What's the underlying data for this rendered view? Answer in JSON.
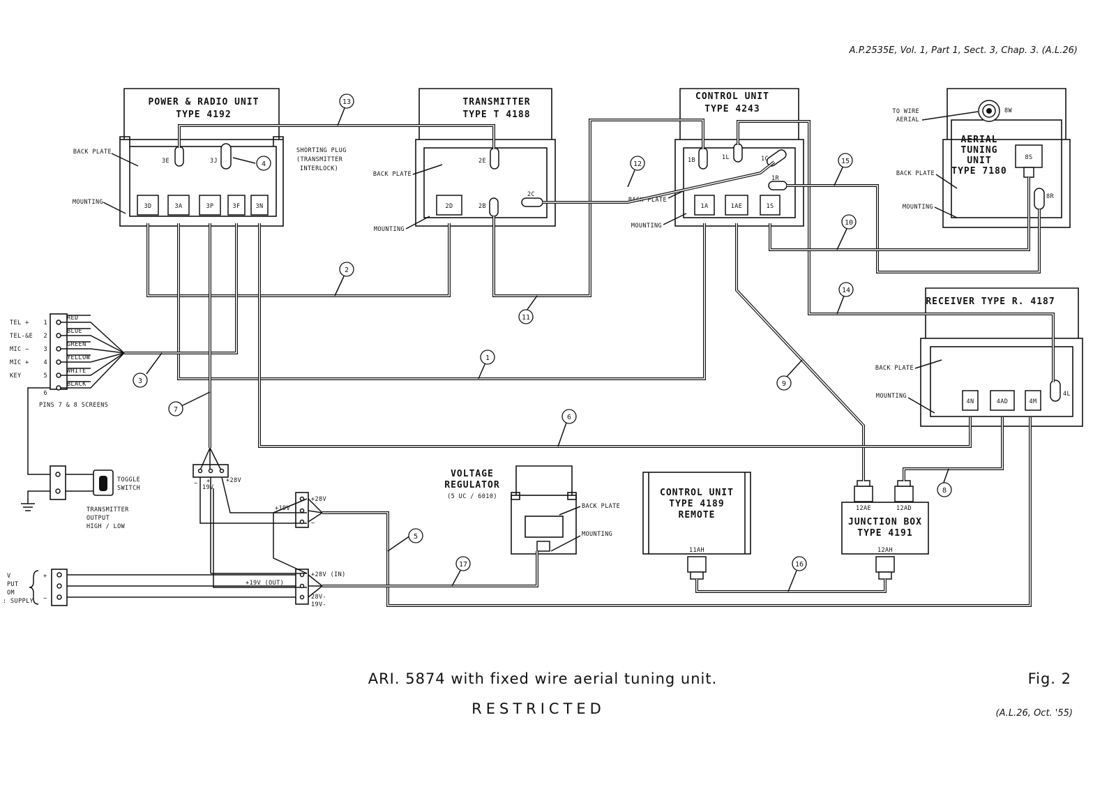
{
  "header_ref": "A.P.2535E, Vol. 1, Part 1, Sect. 3, Chap. 3. (A.L.26)",
  "units": {
    "power_radio": {
      "title": "POWER & RADIO UNIT",
      "type": "TYPE 4192"
    },
    "transmitter": {
      "title": "TRANSMITTER",
      "type": "TYPE T 4188"
    },
    "control": {
      "title": "CONTROL UNIT",
      "type": "TYPE 4243"
    },
    "aerial": {
      "title": "AERIAL",
      "line2": "TUNING",
      "line3": "UNIT",
      "type": "TYPE 7180"
    },
    "receiver": {
      "title": "RECEIVER TYPE R. 4187"
    },
    "voltage_reg": {
      "title": "VOLTAGE",
      "line2": "REGULATOR",
      "type": "(5 UC / 6010)"
    },
    "control_remote": {
      "title": "CONTROL UNIT",
      "type": "TYPE 4189",
      "line3": "REMOTE"
    },
    "junction": {
      "title": "JUNCTION BOX",
      "type": "TYPE 4191"
    }
  },
  "labels": {
    "back_plate": "BACK PLATE",
    "mounting": "MOUNTING",
    "shorting_1": "SHORTING PLUG",
    "shorting_2": "(TRANSMITTER",
    "shorting_3": "INTERLOCK)",
    "to_wire_1": "TO WIRE",
    "to_wire_2": "AERIAL",
    "toggle_1": "TOGGLE",
    "toggle_2": "SWITCH",
    "tx_out_1": "TRANSMITTER",
    "tx_out_2": "OUTPUT",
    "tx_out_3": "HIGH / LOW",
    "pins_screens": "PINS 7 & 8 SCREENS",
    "supply_1": "V",
    "supply_2": "PUT",
    "supply_3": "OM",
    "supply_4": ": SUPPLY",
    "v28": "+28V",
    "v19": "+19V",
    "v19a": "19V",
    "v28in": "+28V (IN)",
    "v19out": "+19V (OUT)",
    "v28m": "28V-",
    "v19m": "19V-",
    "plus": "+",
    "minus": "−"
  },
  "connectors": {
    "p3d": "3D",
    "p3a": "3A",
    "p3p": "3P",
    "p3f": "3F",
    "p3n": "3N",
    "p3e": "3E",
    "p3j": "3J",
    "p2d": "2D",
    "p2e": "2E",
    "p2b": "2B",
    "p2c": "2C",
    "p1a": "1A",
    "p1ae": "1AE",
    "p1s": "1S",
    "p1b": "1B",
    "p1l": "1L",
    "p1c": "1C",
    "p1r": "1R",
    "p8s": "8S",
    "p8w": "8W",
    "p8r": "8R",
    "p4n": "4N",
    "p4ad": "4AD",
    "p4m": "4M",
    "p4l": "4L",
    "p12ae": "12AE",
    "p12ad": "12AD",
    "p12ah": "12AH",
    "p11ah": "11AH"
  },
  "terminals": [
    {
      "name": "TEL +",
      "num": "1",
      "color": "RED"
    },
    {
      "name": "TEL-&E",
      "num": "2",
      "color": "BLUE"
    },
    {
      "name": "MIC −",
      "num": "3",
      "color": "GREEN"
    },
    {
      "name": "MIC +",
      "num": "4",
      "color": "YELLOW"
    },
    {
      "name": "KEY",
      "num": "5",
      "color": "WHITE"
    },
    {
      "name": "",
      "num": "6",
      "color": "BLACK"
    }
  ],
  "cable_numbers": [
    "1",
    "2",
    "3",
    "4",
    "5",
    "6",
    "7",
    "8",
    "9",
    "10",
    "11",
    "12",
    "13",
    "14",
    "15",
    "16",
    "17"
  ],
  "caption": "ARI. 5874 with fixed wire aerial tuning unit.",
  "fig": "Fig. 2",
  "restricted": "RESTRICTED",
  "amendment": "(A.L.26, Oct. '55)"
}
